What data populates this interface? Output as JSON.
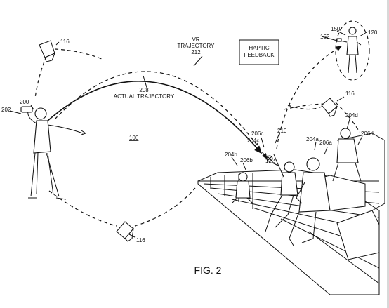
{
  "figure": {
    "caption": "FIG. 2",
    "labels": {
      "sensor_top_left": "116",
      "sensor_right": "116",
      "sensor_bottom": "116",
      "vr_trajectory_line1": "VR",
      "vr_trajectory_line2": "TRAJECTORY",
      "vr_trajectory_num": "212",
      "haptic_line1": "HAPTIC",
      "haptic_line2": "FEEDBACK",
      "actual_traj_num": "208",
      "actual_traj_text": "ACTUAL TRAJECTORY",
      "thrower": "200",
      "controller": "202",
      "venue": "100",
      "ref_150": "150",
      "ref_152": "152",
      "ref_120": "120",
      "ref_204d": "204d",
      "ref_206d": "206d",
      "ref_204a": "204a",
      "ref_206a": "206a",
      "ref_206c": "206c",
      "ref_204c": "204c",
      "ref_210": "210",
      "ref_204b": "204b",
      "ref_206b": "206b",
      "ref_122": "122"
    }
  }
}
